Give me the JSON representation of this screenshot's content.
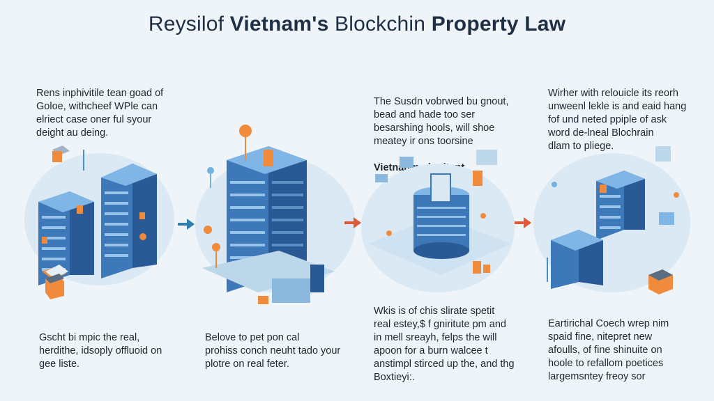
{
  "title": {
    "part1": "Reysilof ",
    "part2": "Vietnam's",
    "part3": " Blockchin ",
    "part4": "Property Law"
  },
  "top_texts": [
    {
      "lines": "Rens inphivitile tean goad of\nGoloe, withcheef WPle can\nelriect case oner ful syour\ndeight au deing."
    },
    {
      "lines": "The Susdn vobrwed bu gnout,\nbead and hade too ser\nbesarshing hools, will shoe\nmeatey ir ons toorsine",
      "bold_last": "Vietnaum plogitent."
    },
    {
      "lines": "Wirher with relouicle its reorh\nunweenl lekle is and eaid hang\nfof und neted ppiple of ask\nword de-lneal Blochrain\ndlam to pliege."
    }
  ],
  "bottom_texts": [
    {
      "lines": "Gscht bi mpic the real,\nherdithe, idsoply offluoid on\ngee liste."
    },
    {
      "lines": "Belove to pet pon cal\nprohiss conch neuht tado your\nplotre on real feter."
    },
    {
      "lines": "Wkis is of chis slirate spetit\nreal estey,$ f gniritute pm and\nin mell sreayh, felps the will\napoon for a burn walcee t\nanstimpl stirced up the, and thg\nBoxtieyi:."
    },
    {
      "lines": "Eartirichal Coech wrep nim\nspaid fine, nitepret new\nafoulls, of fine shinuite on\nhoole to refallom poetices\nlargemsntey freoy sor"
    }
  ],
  "colors": {
    "accent_orange": "#f08a3c",
    "arrow_blue": "#2e7fae",
    "arrow_red": "#e0583a",
    "building_blue": "#3d78b8",
    "background": "#eef4f8"
  }
}
